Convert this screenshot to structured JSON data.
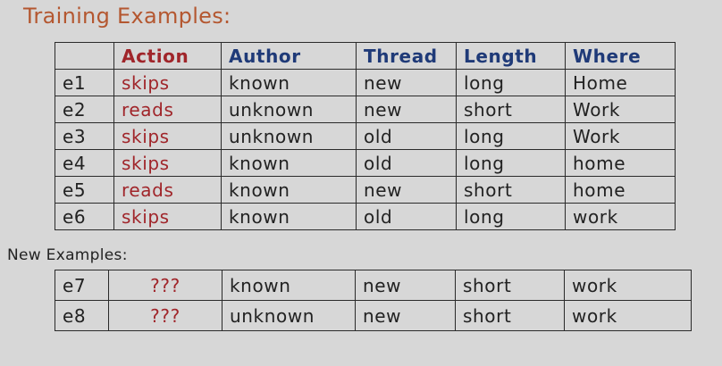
{
  "title": "Training Examples:",
  "subtitle": "New Examples:",
  "colors": {
    "title": "#b45730",
    "action": "#a0252a",
    "attribute_header": "#1f3a78",
    "background": "#d7d7d7"
  },
  "training": {
    "headers": [
      "",
      "Action",
      "Author",
      "Thread",
      "Length",
      "Where"
    ],
    "rows": [
      [
        "e1",
        "skips",
        "known",
        "new",
        "long",
        "Home"
      ],
      [
        "e2",
        "reads",
        "unknown",
        "new",
        "short",
        "Work"
      ],
      [
        "e3",
        "skips",
        "unknown",
        "old",
        "long",
        "Work"
      ],
      [
        "e4",
        "skips",
        "known",
        "old",
        "long",
        "home"
      ],
      [
        "e5",
        "reads",
        "known",
        "new",
        "short",
        "home"
      ],
      [
        "e6",
        "skips",
        "known",
        "old",
        "long",
        "work"
      ]
    ]
  },
  "new_examples": {
    "rows": [
      [
        "e7",
        "???",
        "known",
        "new",
        "short",
        "work"
      ],
      [
        "e8",
        "???",
        "unknown",
        "new",
        "short",
        "work"
      ]
    ]
  }
}
